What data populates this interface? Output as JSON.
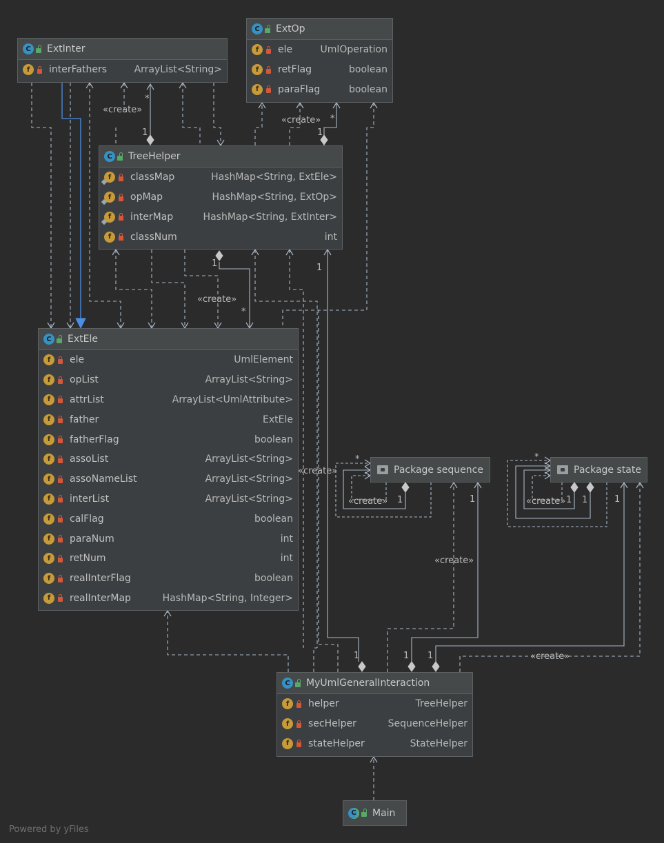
{
  "classes": {
    "ext_inter": {
      "name": "ExtInter",
      "fields": [
        {
          "name": "interFathers",
          "type": "ArrayList<String>"
        }
      ]
    },
    "ext_op": {
      "name": "ExtOp",
      "fields": [
        {
          "name": "ele",
          "type": "UmlOperation"
        },
        {
          "name": "retFlag",
          "type": "boolean"
        },
        {
          "name": "paraFlag",
          "type": "boolean"
        }
      ]
    },
    "tree_helper": {
      "name": "TreeHelper",
      "fields": [
        {
          "name": "classMap",
          "type": "HashMap<String, ExtEle>"
        },
        {
          "name": "opMap",
          "type": "HashMap<String, ExtOp>"
        },
        {
          "name": "interMap",
          "type": "HashMap<String, ExtInter>"
        },
        {
          "name": "classNum",
          "type": "int"
        }
      ]
    },
    "ext_ele": {
      "name": "ExtEle",
      "fields": [
        {
          "name": "ele",
          "type": "UmlElement"
        },
        {
          "name": "opList",
          "type": "ArrayList<String>"
        },
        {
          "name": "attrList",
          "type": "ArrayList<UmlAttribute>"
        },
        {
          "name": "father",
          "type": "ExtEle"
        },
        {
          "name": "fatherFlag",
          "type": "boolean"
        },
        {
          "name": "assoList",
          "type": "ArrayList<String>"
        },
        {
          "name": "assoNameList",
          "type": "ArrayList<String>"
        },
        {
          "name": "interList",
          "type": "ArrayList<String>"
        },
        {
          "name": "calFlag",
          "type": "boolean"
        },
        {
          "name": "paraNum",
          "type": "int"
        },
        {
          "name": "retNum",
          "type": "int"
        },
        {
          "name": "realInterFlag",
          "type": "boolean"
        },
        {
          "name": "realInterMap",
          "type": "HashMap<String, Integer>"
        }
      ]
    },
    "my_uml": {
      "name": "MyUmlGeneralInteraction",
      "fields": [
        {
          "name": "helper",
          "type": "TreeHelper"
        },
        {
          "name": "secHelper",
          "type": "SequenceHelper"
        },
        {
          "name": "stateHelper",
          "type": "StateHelper"
        }
      ]
    },
    "main": {
      "name": "Main",
      "fields": []
    }
  },
  "packages": {
    "sequence": {
      "name": "Package sequence"
    },
    "state": {
      "name": "Package state"
    }
  },
  "icons": {
    "class": "C",
    "field": "f"
  },
  "edge_labels": {
    "create": "«create»",
    "one": "1",
    "many": "*"
  },
  "watermark": "Powered by yFiles",
  "colors": {
    "background": "#2b2b2b",
    "box": "#3c3f41",
    "edge": "#a9b7c6",
    "inheritance": "#4a8ee6",
    "class_icon": "#3592c4",
    "field_icon": "#c79a3a",
    "lock": "#d4573a"
  }
}
